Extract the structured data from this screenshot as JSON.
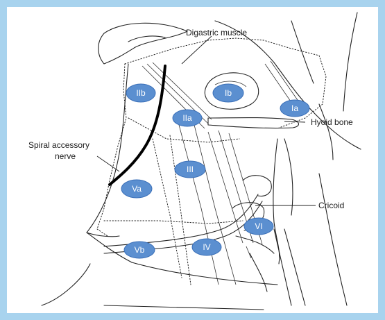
{
  "colors": {
    "frame": "#a8d3ee",
    "panel": "#ffffff",
    "zone_fill": "#5b8fd0",
    "zone_stroke": "#3a6fb8",
    "zone_text": "#ffffff",
    "line": "#222222"
  },
  "labels": {
    "digastric": "Digastric muscle",
    "hyoid": "Hyoid bone",
    "spiral_1": "Spiral accessory",
    "spiral_2": "nerve",
    "cricoid": "Cricoid"
  },
  "zones": {
    "IIb": "IIb",
    "Ib": "Ib",
    "Ia": "Ia",
    "IIa": "IIa",
    "III": "III",
    "Va": "Va",
    "VI": "VI",
    "Vb": "Vb",
    "IV": "IV"
  }
}
